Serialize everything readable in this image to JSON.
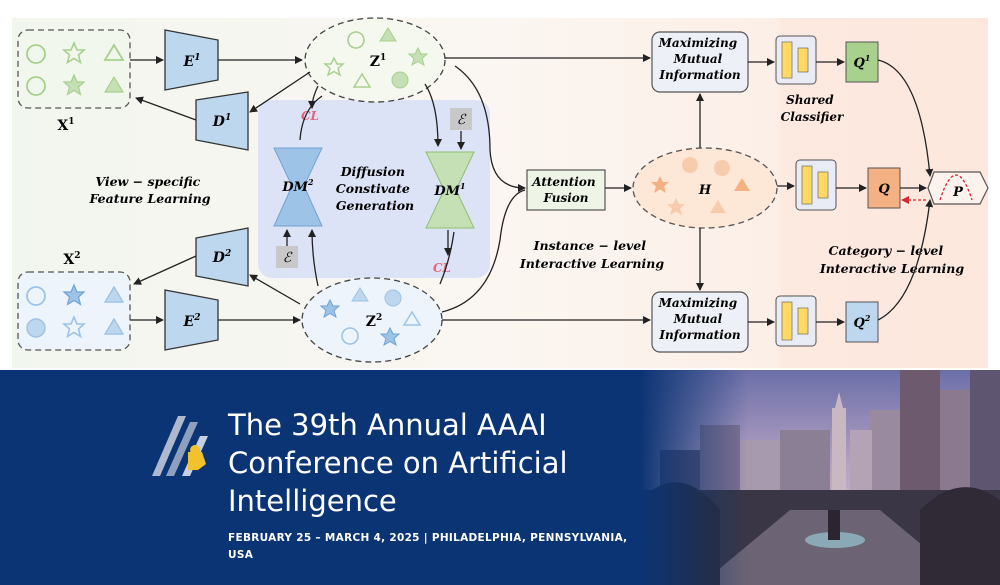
{
  "diagram": {
    "view1_input": "X",
    "view1_input_sup": "1",
    "view2_input": "X",
    "view2_input_sup": "2",
    "encoder1": "E",
    "encoder1_sup": "1",
    "encoder2": "E",
    "encoder2_sup": "2",
    "decoder1": "D",
    "decoder1_sup": "1",
    "decoder2": "D",
    "decoder2_sup": "2",
    "latent1": "Z",
    "latent1_sup": "1",
    "latent2": "Z",
    "latent2_sup": "2",
    "dm1": "DM",
    "dm1_sup": "1",
    "dm2": "DM",
    "dm2_sup": "2",
    "noise": "ℰ",
    "cl": "CL",
    "diffusion_label": [
      "Diffusion",
      "Constivate",
      "Generation"
    ],
    "view_specific_label": [
      "View − specific",
      "Feature Learning"
    ],
    "attention_fusion": [
      "Attention",
      "Fusion"
    ],
    "fused_h": "H",
    "mmi": [
      "Maximizing",
      "Mutual",
      "Information"
    ],
    "shared_classifier": [
      "Shared",
      "Classifier"
    ],
    "instance_label": [
      "Instance − level",
      "Interactive Learning"
    ],
    "category_label": [
      "Category − level",
      "Interactive Learning"
    ],
    "q": "Q",
    "q1_sup": "1",
    "q2_sup": "2",
    "p": "P",
    "colors": {
      "view1_shape": "#a8d08d",
      "view2_shape": "#9dc3e6",
      "encoder": "#bdd7ee",
      "dm1_fill": "#c5e0b4",
      "dm2_fill": "#9dc3e6",
      "q1_fill": "#a9d18e",
      "q_fill": "#f4b183",
      "q2_fill": "#bdd7ee",
      "cl": "#e8607a"
    }
  },
  "banner": {
    "title_line1": "The 39th Annual AAAI",
    "title_line2": "Conference on Artificial",
    "title_line3": "Intelligence",
    "dates_line1": "FEBRUARY 25 – MARCH 4, 2025 | PHILADELPHIA, PENNSYLVANIA,",
    "dates_line2": "USA"
  }
}
